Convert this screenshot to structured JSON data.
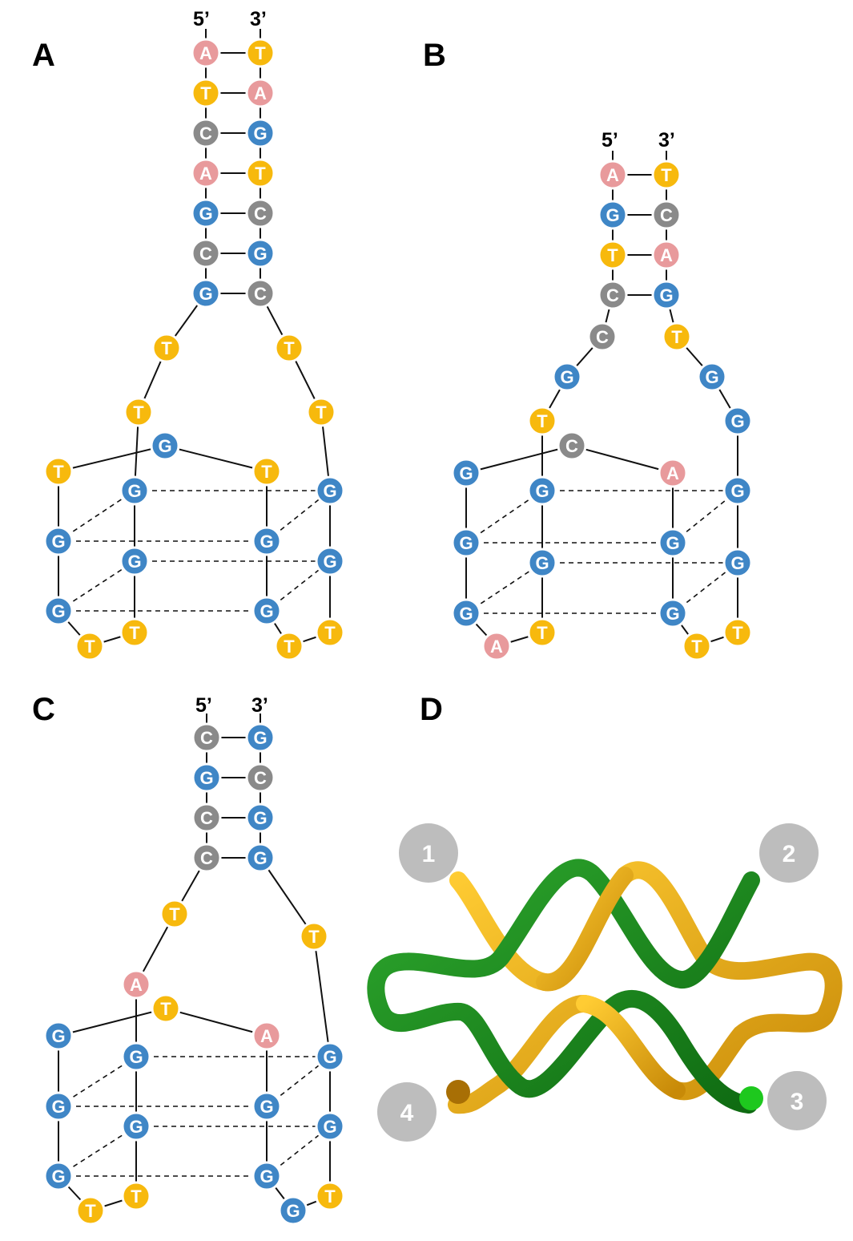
{
  "colors": {
    "A": "#e89a9c",
    "T": "#f7b90d",
    "G": "#3f86c6",
    "C": "#8a8a8a",
    "strand_green": "#1f8f1f",
    "strand_yellow": "#f3b718",
    "marker": "#bdbdbd"
  },
  "ends": {
    "five": "5’",
    "three": "3’"
  },
  "panels": [
    {
      "label": "A",
      "stem_left": [
        "A",
        "T",
        "C",
        "A",
        "G",
        "C",
        "G"
      ],
      "stem_right": [
        "T",
        "A",
        "G",
        "T",
        "C",
        "G",
        "C"
      ],
      "loop_left": [
        "T",
        "T"
      ],
      "loop_right": [
        "T",
        "T"
      ],
      "top_loop": [
        "T",
        "G",
        "T"
      ],
      "bottom_left": [
        "T",
        "T"
      ],
      "bottom_right": [
        "T",
        "T"
      ]
    },
    {
      "label": "B",
      "stem_left": [
        "A",
        "G",
        "T",
        "C"
      ],
      "stem_right": [
        "T",
        "C",
        "A",
        "G"
      ],
      "loop_left": [
        "C",
        "G",
        "T"
      ],
      "loop_right": [
        "T",
        "G",
        "G"
      ],
      "top_loop": [
        "G",
        "C",
        "A"
      ],
      "bottom_left": [
        "A",
        "T"
      ],
      "bottom_right": [
        "T",
        "T"
      ]
    },
    {
      "label": "C",
      "stem_left": [
        "C",
        "G",
        "C",
        "C"
      ],
      "stem_right": [
        "G",
        "C",
        "G",
        "G"
      ],
      "loop_left": [
        "T",
        "A"
      ],
      "loop_right": [
        "T"
      ],
      "top_loop": [
        "G",
        "T",
        "A"
      ],
      "bottom_left": [
        "T",
        "T"
      ],
      "bottom_right": [
        "G",
        "T"
      ]
    },
    {
      "label": "D",
      "markers": [
        "1",
        "2",
        "3",
        "4"
      ]
    }
  ]
}
